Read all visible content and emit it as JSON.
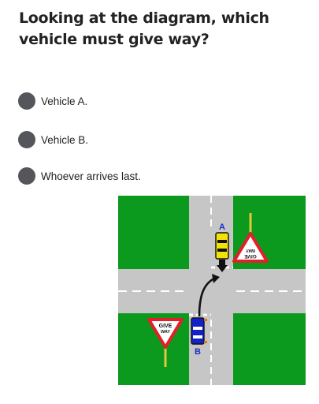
{
  "question": {
    "text": "Looking at the diagram, which vehicle must give way?"
  },
  "options": [
    {
      "label": "Vehicle A."
    },
    {
      "label": "Vehicle B."
    },
    {
      "label": "Whoever arrives last."
    }
  ],
  "diagram": {
    "vehicle_a_label": "A",
    "vehicle_b_label": "B",
    "sign_top_line": "GIVE",
    "sign_bottom_line": "WAY",
    "colors": {
      "grass": "#0c9a1e",
      "road": "#c6c6c6",
      "vehicle_a": "#f2e20a",
      "vehicle_b": "#1420c8",
      "sign_border": "#e0202a",
      "label": "#1a2fc4"
    }
  }
}
